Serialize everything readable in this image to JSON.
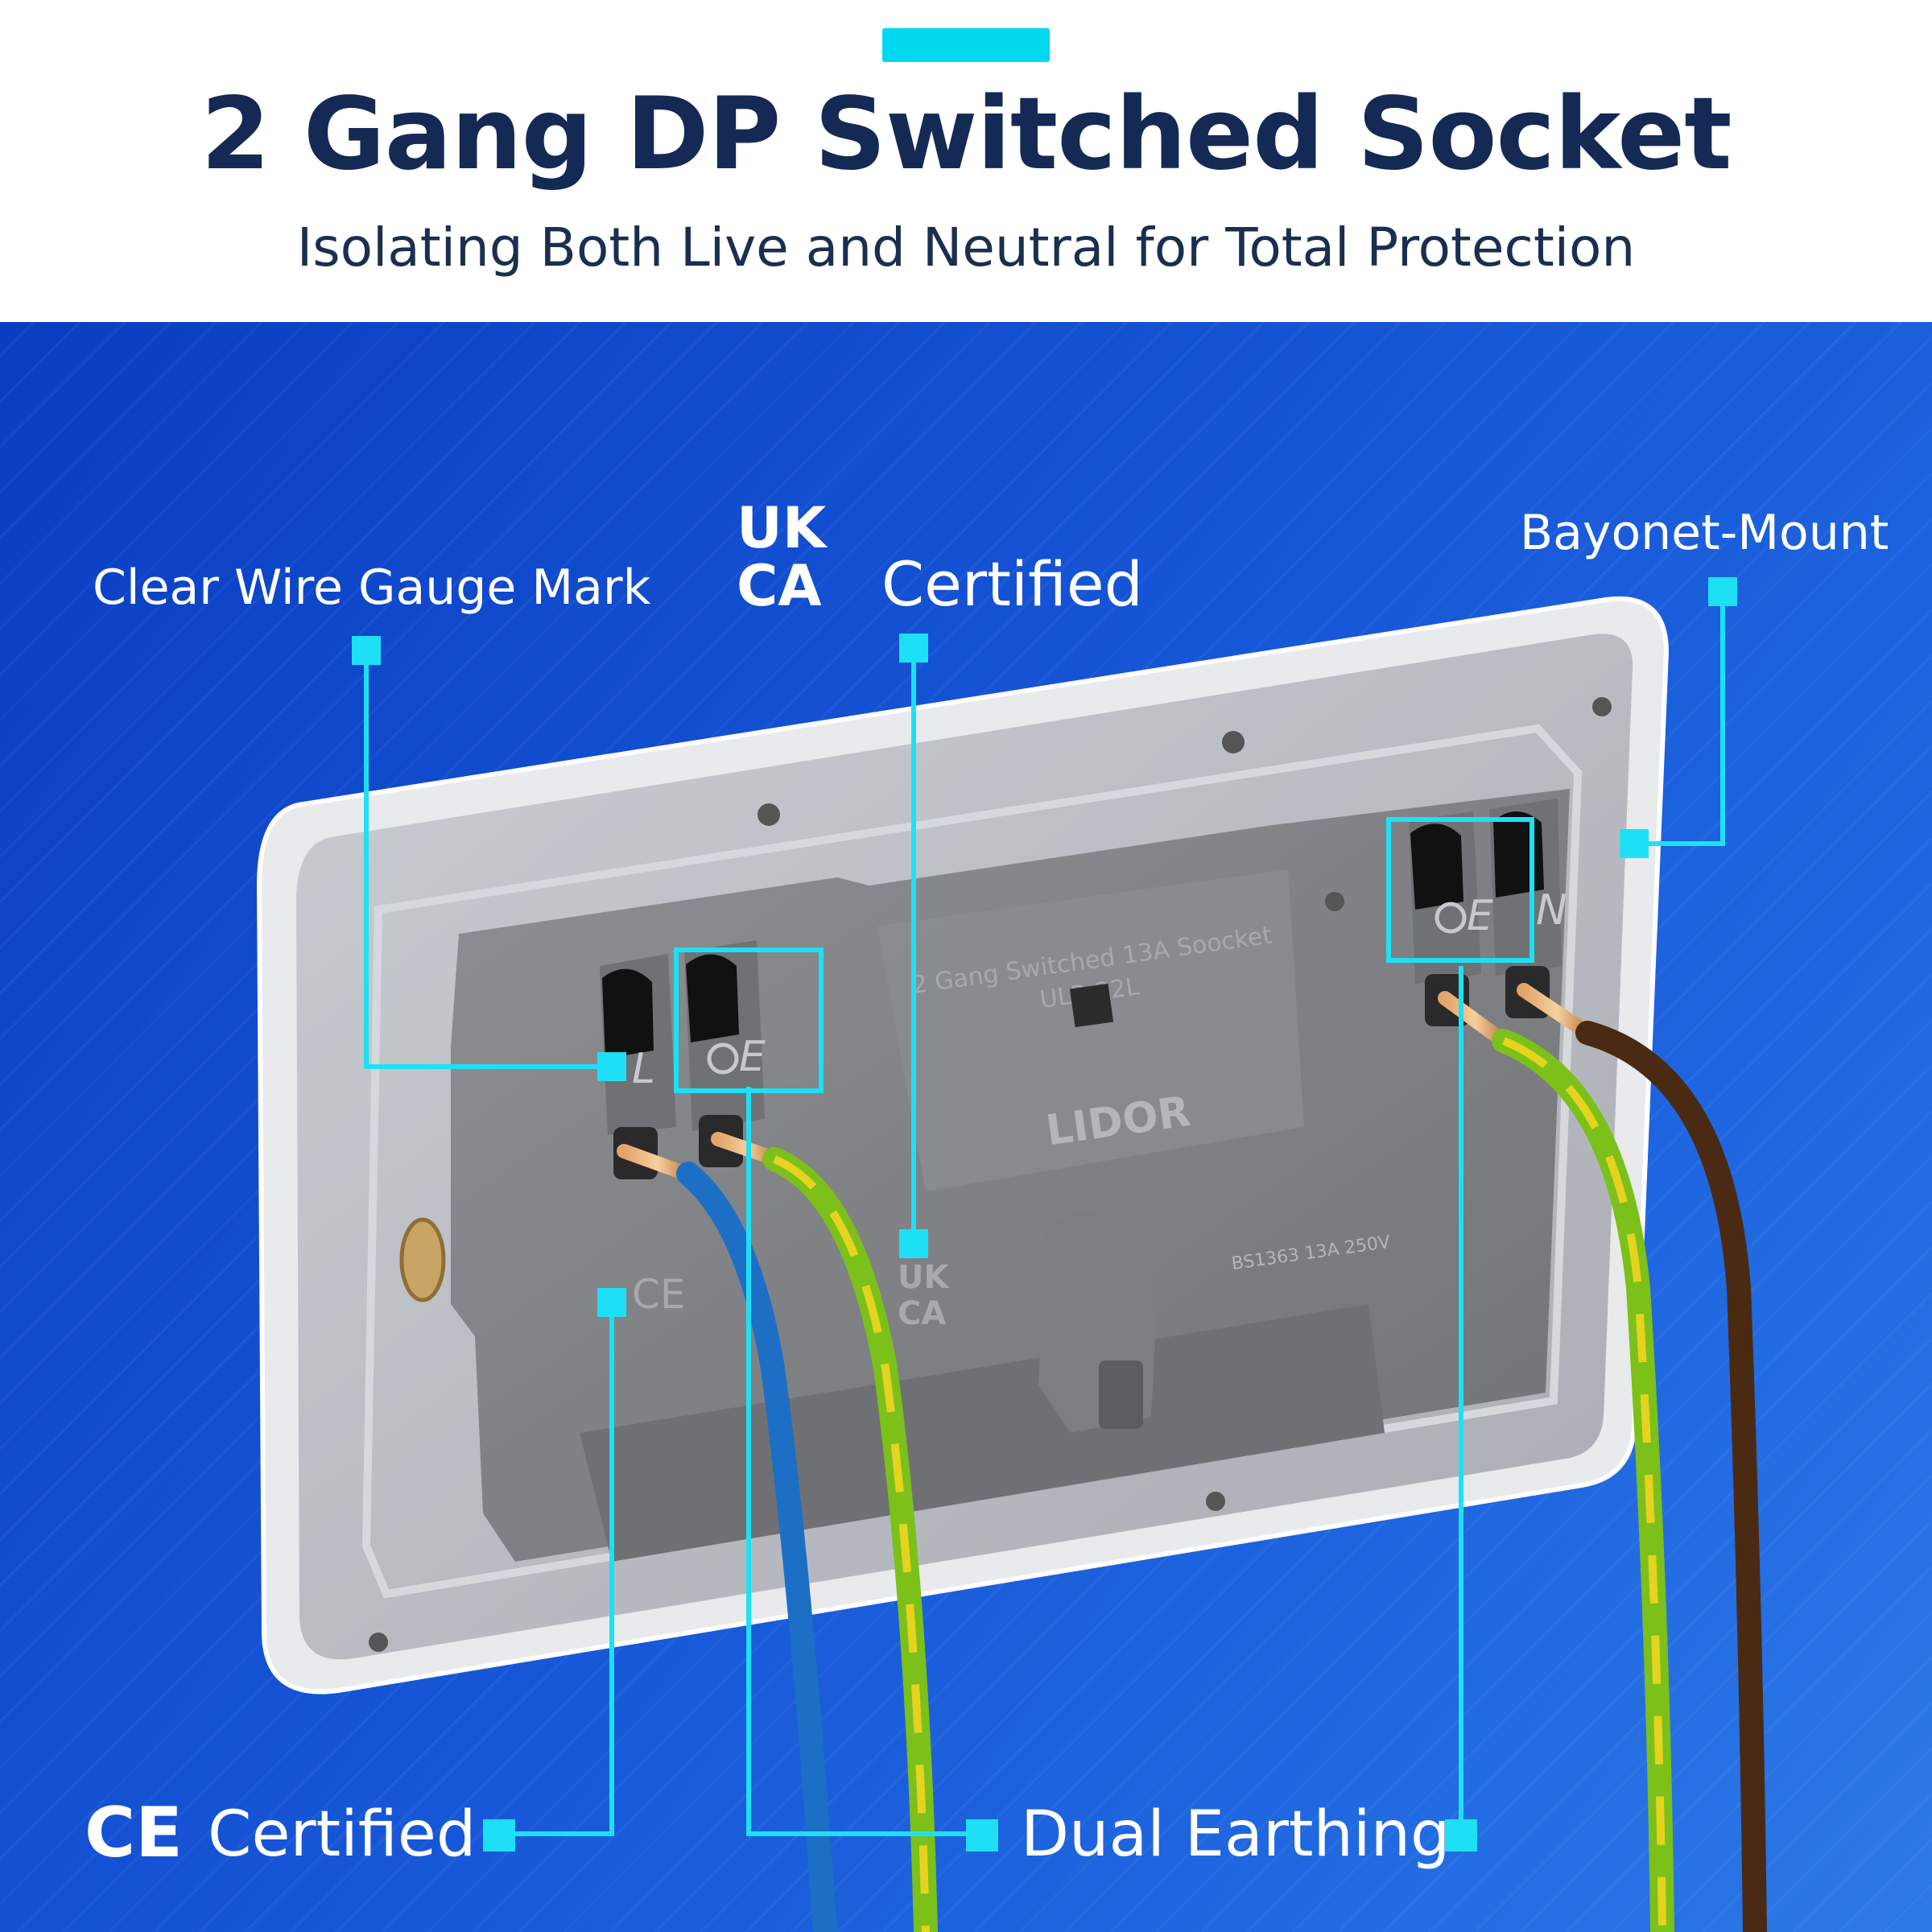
{
  "header": {
    "title": "2 Gang DP Switched Socket",
    "subtitle": "Isolating Both Live and Neutral for Total Protection"
  },
  "callouts": {
    "wire_gauge": "Clear Wire Gauge Mark",
    "ukca": "Certified",
    "bayonet": "Bayonet-Mount",
    "ce": "Certified",
    "dual_earthing": "Dual Earthing"
  },
  "logos": {
    "ukca_line1": "UK",
    "ukca_line2": "CA",
    "ce": "CE"
  },
  "product": {
    "engraving_line1": "2 Gang Switched 13A Soocket",
    "engraving_line2": "ULR-22L",
    "brand": "LIDOR",
    "rating": "BS1363 13A 250V",
    "terminal_live": "L",
    "terminal_earth": "E",
    "terminal_neutral": "N",
    "small_ce": "CE",
    "small_ukca_1": "UK",
    "small_ukca_2": "CA"
  },
  "colors": {
    "accent": "#00d8f0",
    "title": "#142a55",
    "background_blue": "#1655d6",
    "callout": "#1ee0f5",
    "wire_blue": "#1e74c8",
    "wire_green_yellow": "#7fc21c",
    "wire_brown": "#4a2a12"
  }
}
